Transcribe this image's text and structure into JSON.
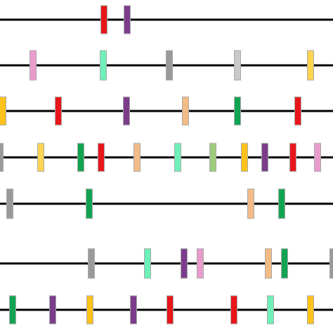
{
  "diagram": {
    "colors": {
      "line": "#000000",
      "red": "#e8161b",
      "purple": "#7b3d8b",
      "pink": "#e99ccc",
      "mint": "#6ef0b8",
      "gray": "#9a9a9a",
      "lightgray": "#c9c9c9",
      "yellow": "#ffd44f",
      "orange": "#ffc21a",
      "green": "#12a352",
      "peach": "#f3bb86",
      "olive": "#9ccc7a"
    },
    "rows": [
      {
        "markers": [
          "red",
          "purple"
        ]
      },
      {
        "markers": [
          "pink",
          "mint",
          "gray",
          "lightgray",
          "yellow"
        ]
      },
      {
        "markers": [
          "orange",
          "red",
          "purple",
          "peach",
          "green",
          "red"
        ]
      },
      {
        "markers": [
          "gray",
          "yellow",
          "green",
          "red",
          "peach",
          "mint",
          "olive",
          "orange",
          "purple",
          "red",
          "pink"
        ]
      },
      {
        "markers": [
          "gray",
          "green",
          "peach",
          "green"
        ]
      },
      {
        "markers": [
          "gray",
          "mint",
          "purple",
          "pink",
          "peach",
          "green",
          "gray"
        ]
      },
      {
        "markers": [
          "green",
          "purple",
          "orange",
          "purple",
          "red",
          "red",
          "mint",
          "orange"
        ]
      }
    ]
  }
}
